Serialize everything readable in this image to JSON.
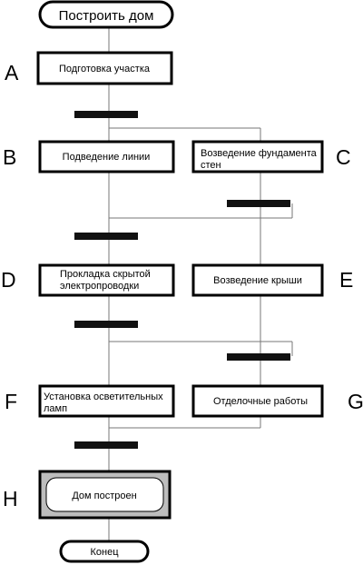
{
  "start_node": "Построить дом",
  "end_node": "Конец",
  "steps": [
    {
      "letter": "A",
      "lines": [
        "Подготовка участка"
      ]
    },
    {
      "letter": "B",
      "lines": [
        "Подведение линии"
      ]
    },
    {
      "letter": "C",
      "lines": [
        "Возведение фундамента",
        "стен"
      ]
    },
    {
      "letter": "D",
      "lines": [
        "Прокладка скрытой",
        "электропроводки"
      ]
    },
    {
      "letter": "E",
      "lines": [
        "Возведение крыши"
      ]
    },
    {
      "letter": "F",
      "lines": [
        "Установка осветительных",
        "ламп"
      ]
    },
    {
      "letter": "G",
      "lines": [
        "Отделочные работы"
      ]
    },
    {
      "letter": "H",
      "lines": [
        "Дом построен"
      ]
    }
  ]
}
